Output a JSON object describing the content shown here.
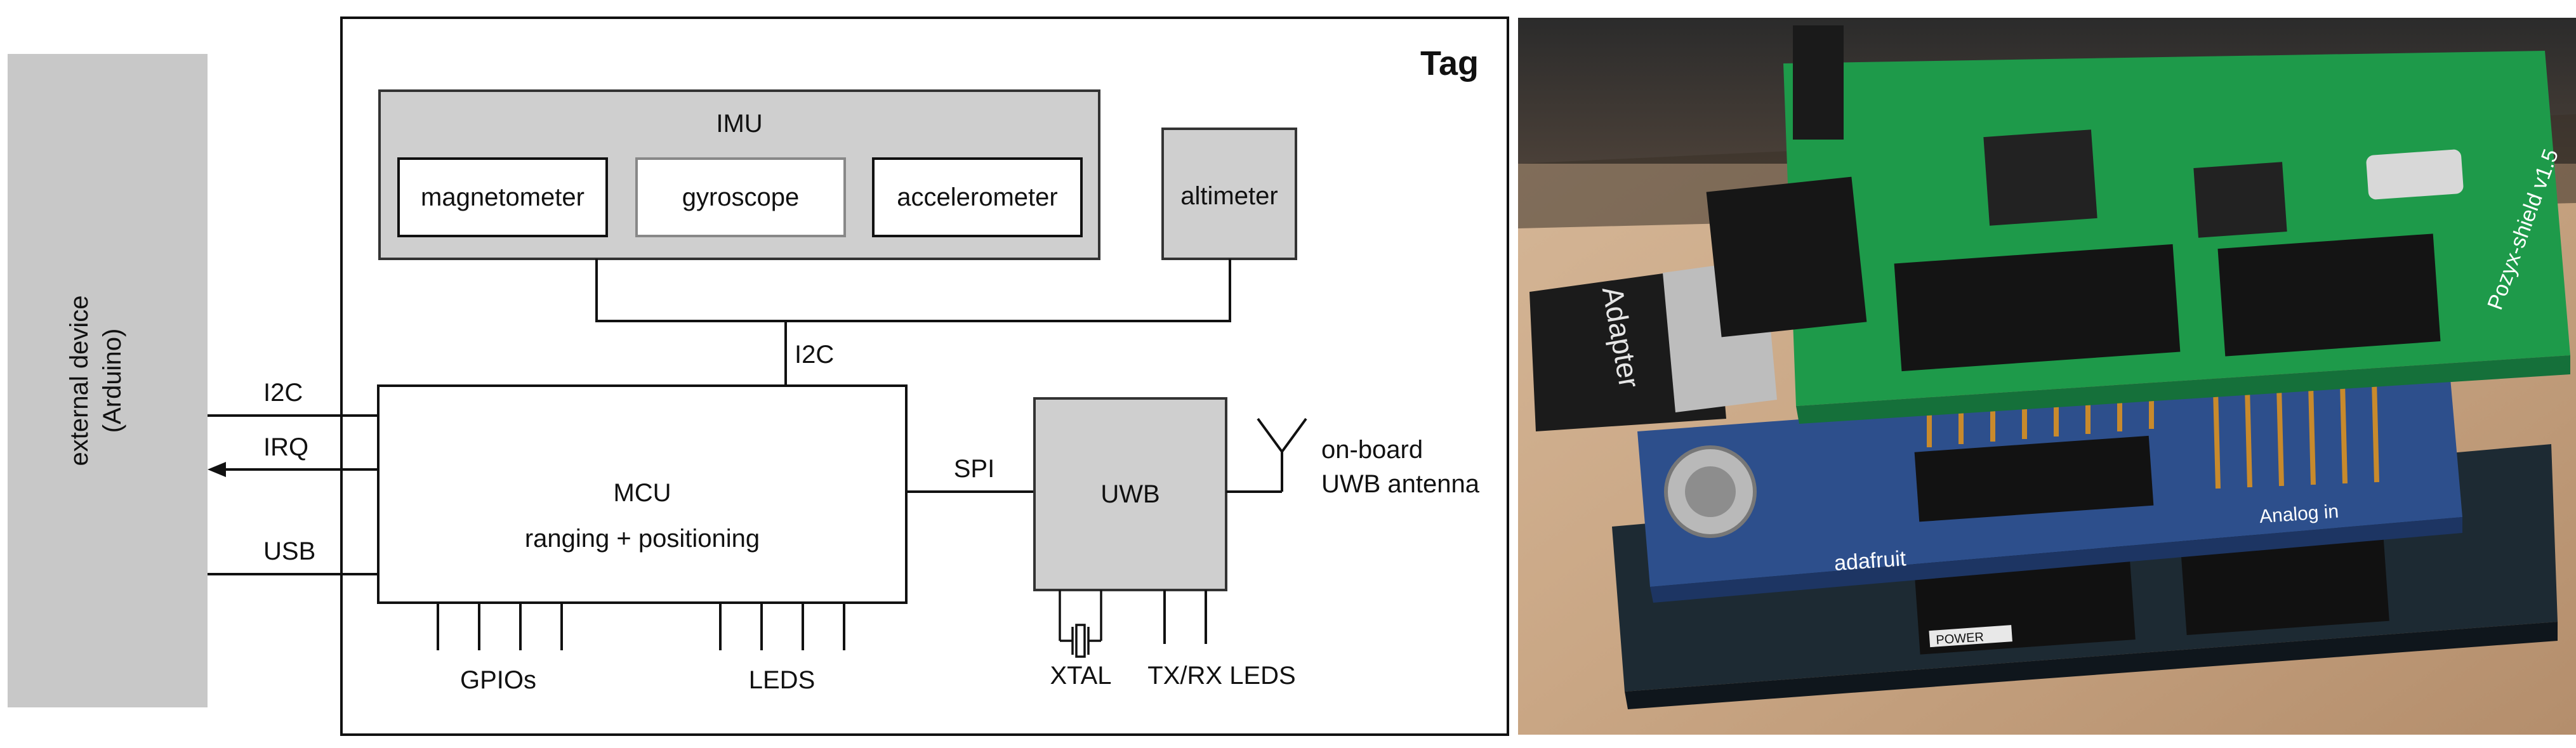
{
  "diagram": {
    "tag_title": "Tag",
    "external_device": {
      "line1": "external device",
      "line2": "(Arduino)"
    },
    "imu": {
      "title": "IMU",
      "sensors": [
        "magnetometer",
        "gyroscope",
        "accelerometer"
      ]
    },
    "altimeter": "altimeter",
    "i2c_bus": "I2C",
    "mcu": {
      "title": "MCU",
      "subtitle": "ranging + positioning"
    },
    "uwb": "UWB",
    "spi": "SPI",
    "antenna": {
      "line1": "on-board",
      "line2": "UWB antenna"
    },
    "external_signals": [
      "I2C",
      "IRQ",
      "USB"
    ],
    "pins": {
      "gpios": "GPIOs",
      "leds": "LEDS",
      "xtal": "XTAL",
      "txrx": "TX/RX LEDS"
    }
  },
  "photo": {
    "board_labels": {
      "shield": "Pozyx-shield v1.5",
      "adapter": "Adapter",
      "adafruit": "adafruit",
      "analog_in": "Analog in",
      "power": "POWER"
    },
    "colors": {
      "pcb_green": "#1e9a4a",
      "pcb_blue": "#2d4f8c",
      "arduino_dark": "#1d2a33",
      "table_wood": "#c9a684"
    }
  }
}
